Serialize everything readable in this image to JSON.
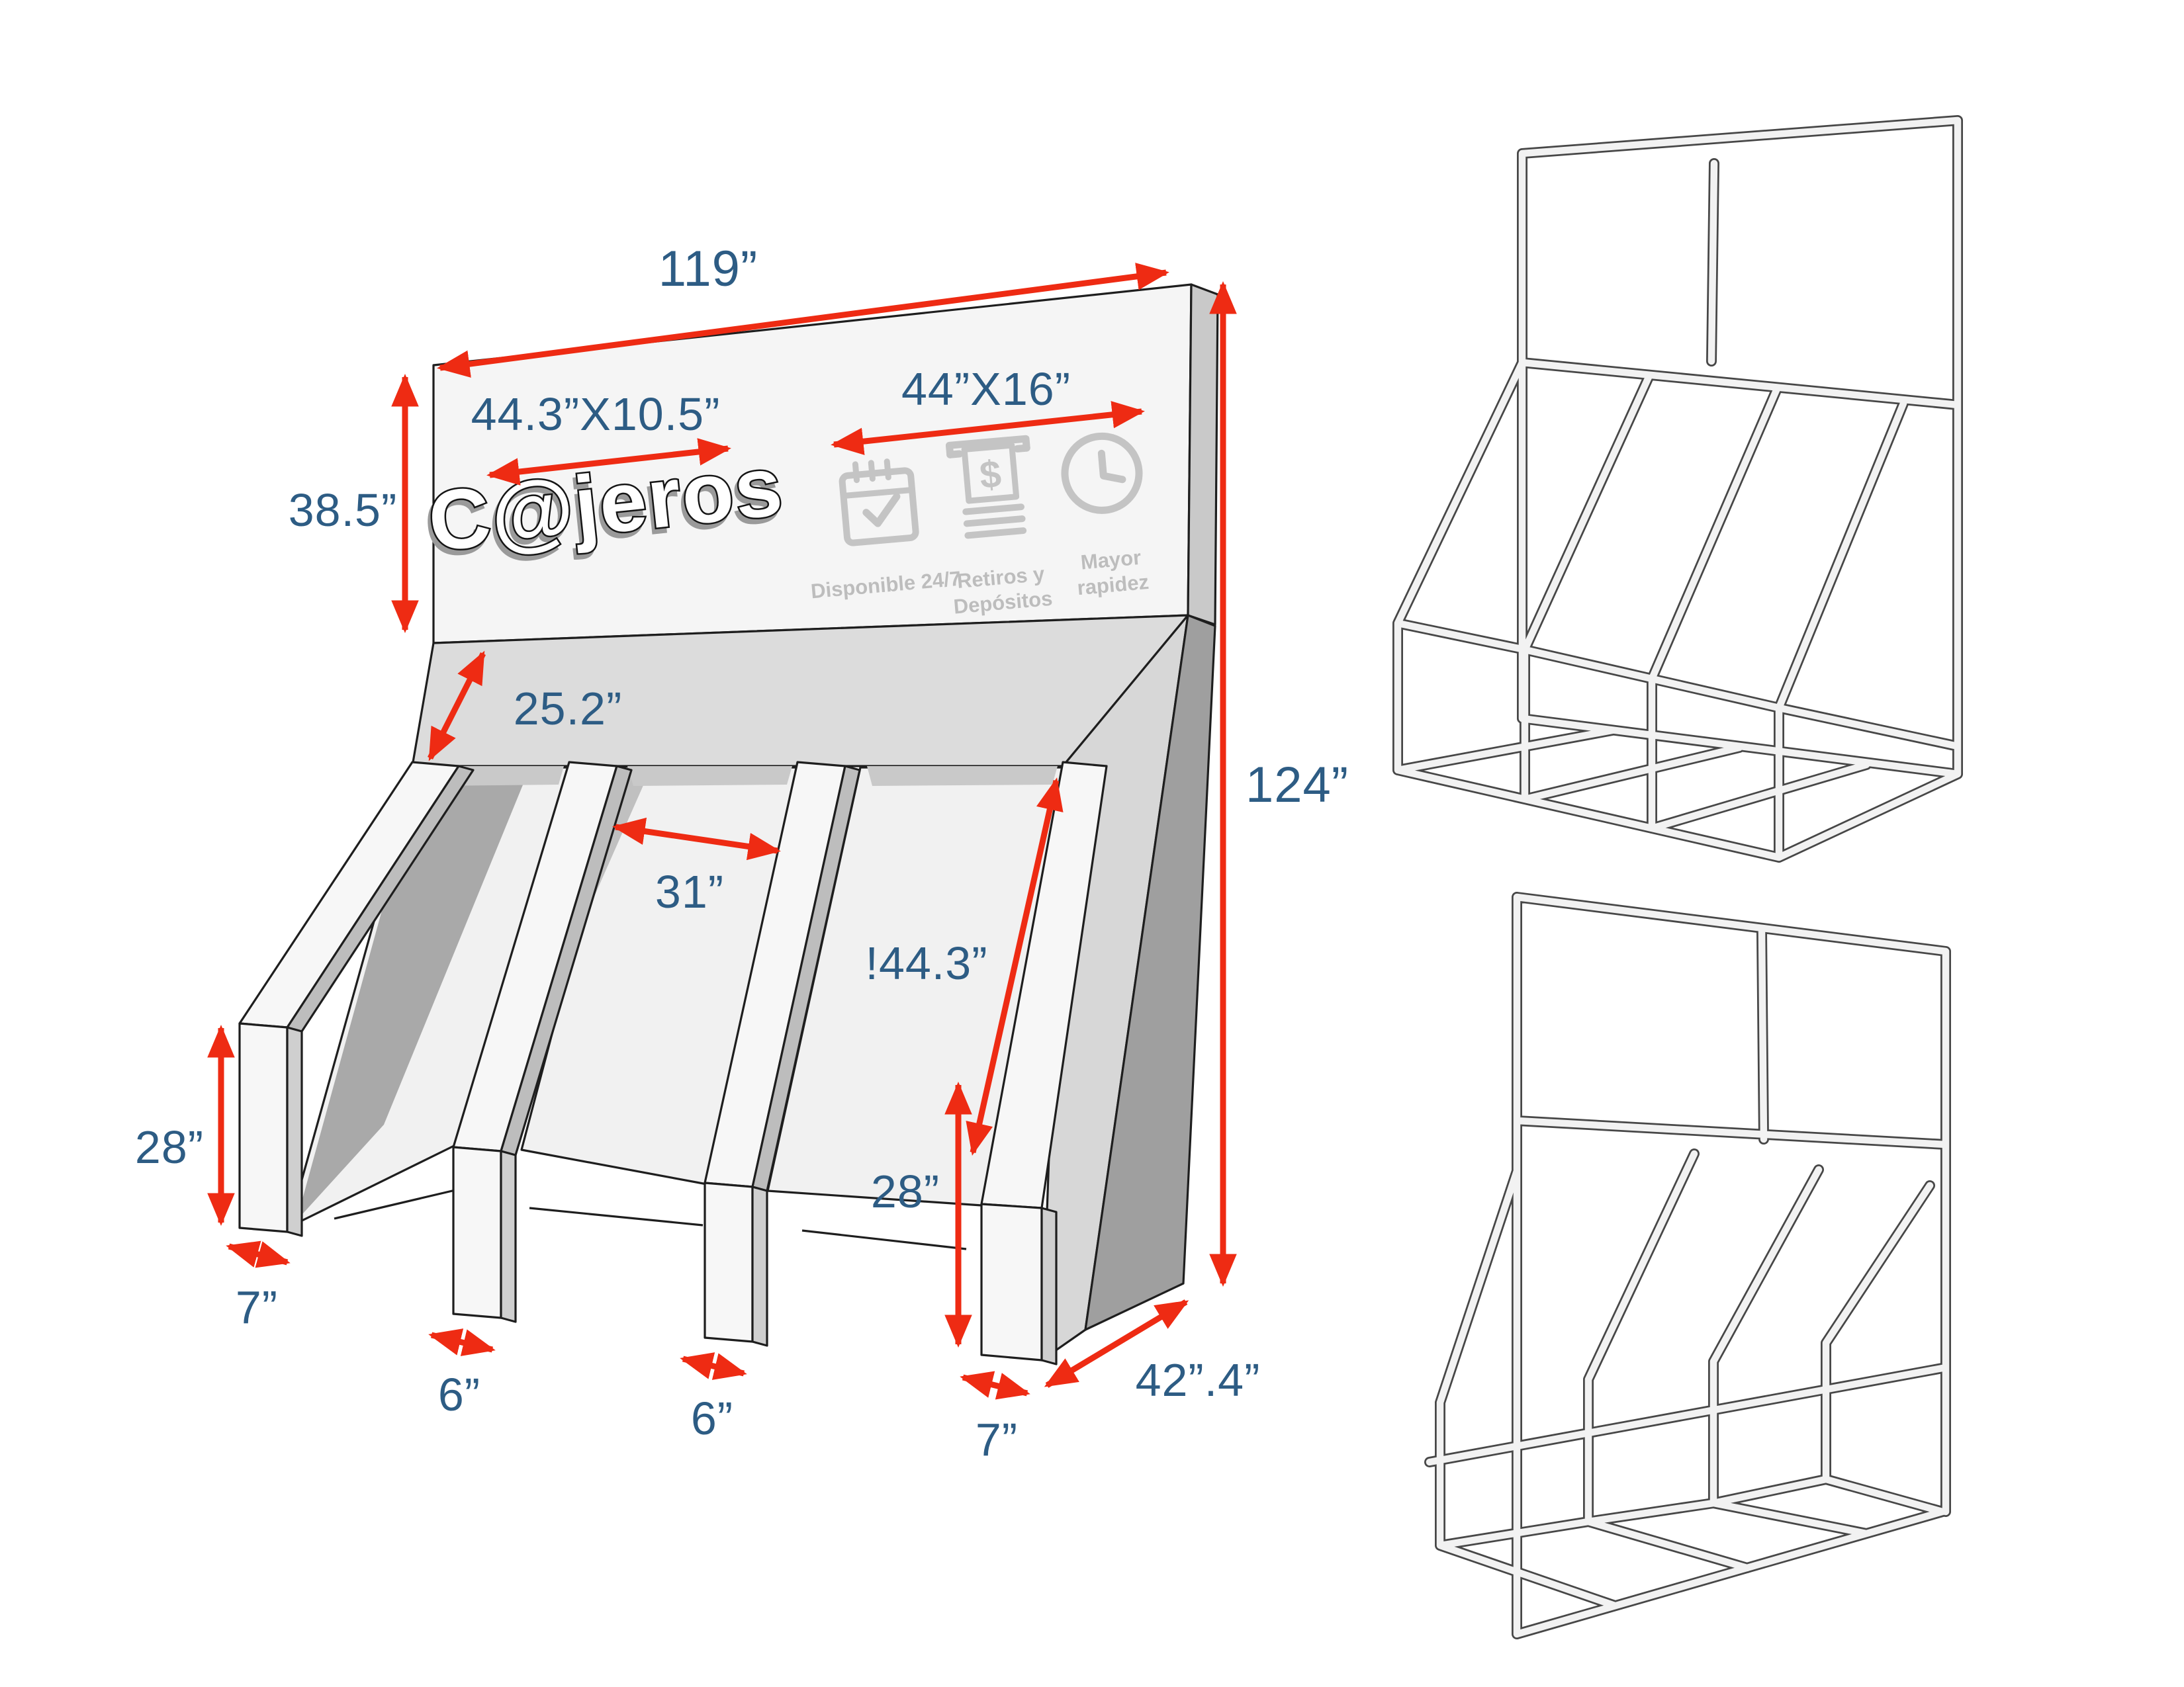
{
  "canvas": {
    "background": "#ffffff"
  },
  "palette": {
    "arrow_red": "#ee2b13",
    "label_blue": "#2d5c84",
    "icon_gray": "#c4c4c4",
    "panel_gray": "#f5f5f5",
    "canopy_gray": "#dcdcdc",
    "shadow_gray": "#a9a9a9",
    "outline_dark": "#1e1e1e"
  },
  "kiosk": {
    "logo_text": "C@jeros",
    "glyphs": {
      "dollar": "$"
    },
    "features": [
      {
        "icon": "calendar-check-icon",
        "line1": "Disponible 24/7",
        "line2": ""
      },
      {
        "icon": "atm-receipt-icon",
        "line1": "Retiros y",
        "line2": "Depósitos"
      },
      {
        "icon": "clock-icon",
        "line1": "Mayor",
        "line2": "rapidez"
      }
    ],
    "dimensions": {
      "total_width": "119”",
      "logo_area": "44.3”X10.5”",
      "icon_area": "44”X16”",
      "header_height": "38.5”",
      "canopy_depth": "25.2”",
      "bay_width": "31”",
      "slope_length": "!44.3”",
      "total_height": "124”",
      "left_column_height": "28”",
      "right_column_height": "28”",
      "left_column_width": "7”",
      "left_divider_width": "6”",
      "right_divider_width": "6”",
      "right_column_width": "7”",
      "base_depth": "42”.4”"
    }
  }
}
